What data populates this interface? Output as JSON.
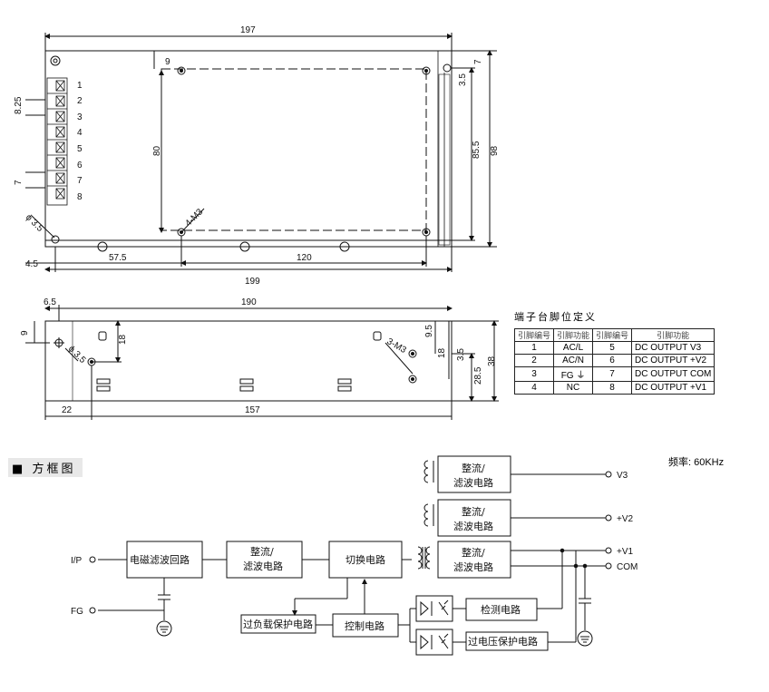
{
  "top_view": {
    "dim_top": "197",
    "dim_bottom": "199",
    "dim_120": "120",
    "dim_57_5": "57.5",
    "dim_4_5": "4.5",
    "dim_80": "80",
    "dim_9": "9",
    "dim_8_25": "8.25",
    "dim_7_left": "7",
    "dim_3_5_top": "3.5",
    "dim_7_right": "7",
    "dim_85_5": "85.5",
    "dim_98": "98",
    "hole_label": "4-M3",
    "dia_label": "ϕ 3.5",
    "terminal_numbers": [
      "1",
      "2",
      "3",
      "4",
      "5",
      "6",
      "7",
      "8"
    ]
  },
  "side_view": {
    "dim_190": "190",
    "dim_6_5": "6.5",
    "dim_9": "9",
    "dim_18": "18",
    "dim_22": "22",
    "dim_157": "157",
    "dim_9_5": "9.5",
    "dim_18_right": "18",
    "dim_3_5": "3.5",
    "dim_28_5": "28.5",
    "dim_38": "38",
    "hole_label": "3-M3",
    "dia_label": "ϕ 3.5"
  },
  "pin_table": {
    "title": "端子台脚位定义",
    "headers": [
      "引脚编号",
      "引脚功能",
      "引脚编号",
      "引脚功能"
    ],
    "rows": [
      [
        "1",
        "AC/L",
        "5",
        "DC OUTPUT V3"
      ],
      [
        "2",
        "AC/N",
        "6",
        "DC OUTPUT +V2"
      ],
      [
        "3",
        "FG ⏚",
        "7",
        "DC OUTPUT COM"
      ],
      [
        "4",
        "NC",
        "8",
        "DC OUTPUT +V1"
      ]
    ]
  },
  "block_diagram": {
    "title": "方框图",
    "frequency": "频率: 60KHz",
    "ip": "I/P",
    "fg": "FG",
    "emi_filter": "电磁滤波回路",
    "rectifier_line1": "整流/",
    "rectifier_line2": "滤波电路",
    "switching": "切换电路",
    "control": "控制电路",
    "overload": "过负载保护电路",
    "detection": "检测电路",
    "overvoltage": "过电压保护电路",
    "out_v3": "V3",
    "out_v2": "+V2",
    "out_v1": "+V1",
    "out_com": "COM"
  }
}
